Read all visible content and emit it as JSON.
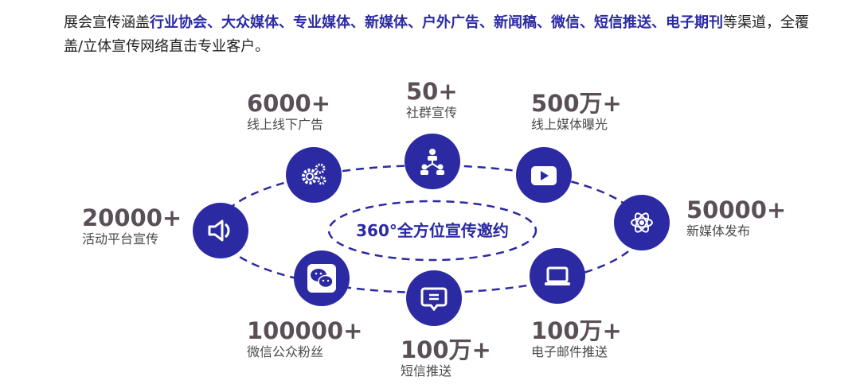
{
  "intro": {
    "prefix": "展会宣传涵盖",
    "channels": "行业协会、大众媒体、专业媒体、新媒体、户外广告、新闻稿、微信、短信推送、电子期刊",
    "suffix": "等渠道，全覆盖/立体宣传网络直击专业客户。"
  },
  "center": "360°全方位宣传邀约",
  "stats": {
    "ads": {
      "num": "6000+",
      "label": "线上线下广告"
    },
    "community": {
      "num": "50+",
      "label": "社群宣传"
    },
    "online": {
      "num": "500万+",
      "label": "线上媒体曝光"
    },
    "events": {
      "num": "20000+",
      "label": "活动平台宣传"
    },
    "newmedia": {
      "num": "50000+",
      "label": "新媒体发布"
    },
    "wechat": {
      "num": "100000+",
      "label": "微信公众粉丝"
    },
    "sms": {
      "num": "100万+",
      "label": "短信推送"
    },
    "email": {
      "num": "100万+",
      "label": "电子邮件推送"
    }
  },
  "colors": {
    "accent": "#2b2aa3",
    "number": "#5b4f57"
  }
}
